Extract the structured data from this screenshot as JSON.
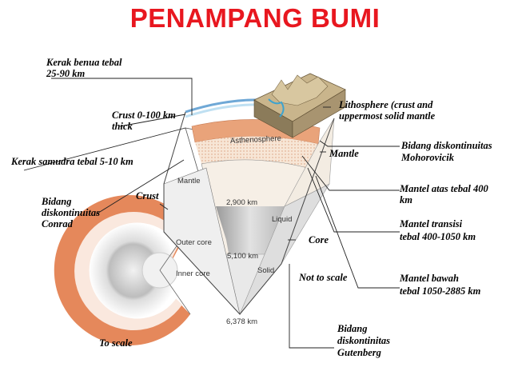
{
  "title": "PENAMPANG BUMI",
  "labels": {
    "kerak_benua_1": "Kerak benua tebal",
    "kerak_benua_2": "25-90 km",
    "crust_thick_1": "Crust 0-100 km",
    "crust_thick_2": "thick",
    "kerak_samudra": "Kerak samudra tebal 5-10 km",
    "conrad_1": "Bidang",
    "conrad_2": "diskontinuitas",
    "conrad_3": "Conrad",
    "crust": "Crust",
    "to_scale": "To scale",
    "lithosphere_1": "Lithosphere (crust and",
    "lithosphere_2": "uppermost solid mantle",
    "mantle": "Mantle",
    "moho_1": "Bidang diskontinuitas",
    "moho_2": "Mohorovicik",
    "mantel_atas_1": "Mantel atas tebal  400",
    "mantel_atas_2": "km",
    "mantel_transisi_1": "Mantel transisi",
    "mantel_transisi_2": "tebal 400-1050 km",
    "core": "Core",
    "not_to_scale": "Not to scale",
    "mantel_bawah_1": "Mantel bawah",
    "mantel_bawah_2": "tebal 1050-2885 km",
    "gutenberg_1": "Bidang",
    "gutenberg_2": "diskontinitas",
    "gutenberg_3": "Gutenberg"
  },
  "inner_labels": {
    "asthenosphere": "Asthenosphere",
    "mantle": "Mantle",
    "depth_2900": "2,900 km",
    "liquid": "Liquid",
    "outer_core": "Outer core",
    "depth_5100": "5,100 km",
    "inner_core": "Inner core",
    "solid": "Solid",
    "depth_6378": "6,378 km"
  },
  "colors": {
    "title": "#e8171f",
    "asthenosphere": "#e9a37a",
    "mantle": "#f3ece2",
    "outer_core": "#cfcfcf",
    "inner_core": "#e9e9e9",
    "to_scale_crust": "#e5885b"
  }
}
